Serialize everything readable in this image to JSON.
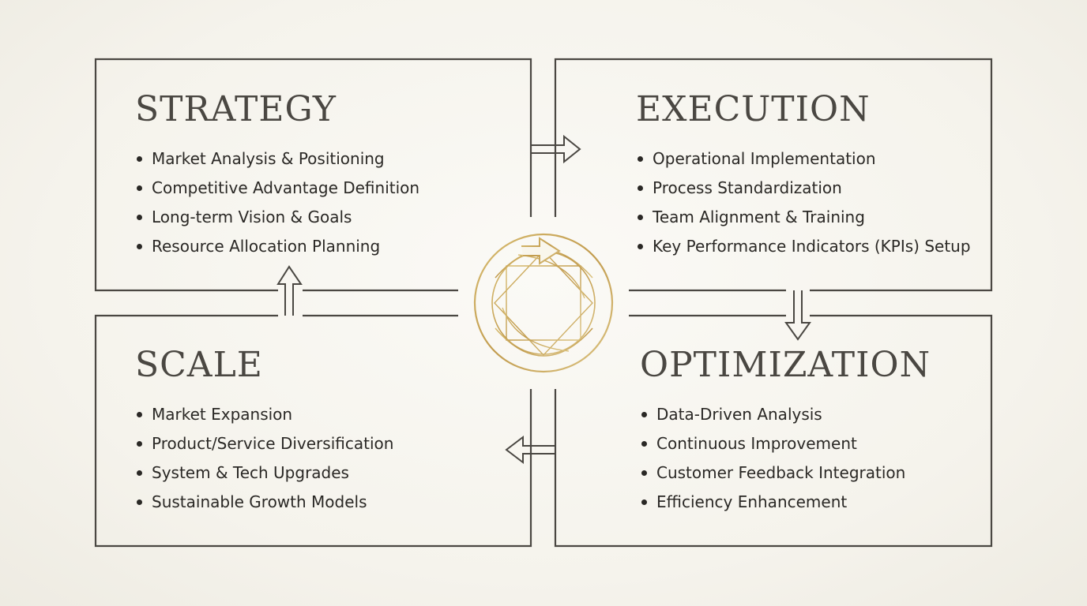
{
  "colors": {
    "frame": "#4a4742",
    "gold": "#c9a85a",
    "gold_light": "#e3cc8f",
    "text": "#2a2825",
    "background": "#f7f5ef"
  },
  "quadrants": {
    "strategy": {
      "title": "STRATEGY",
      "items": [
        "Market Analysis & Positioning",
        "Competitive Advantage Definition",
        "Long-term Vision & Goals",
        "Resource Allocation Planning"
      ]
    },
    "execution": {
      "title": "EXECUTION",
      "items": [
        "Operational Implementation",
        "Process Standardization",
        "Team Alignment & Training",
        "Key Performance Indicators (KPIs) Setup"
      ]
    },
    "scale": {
      "title": "SCALE",
      "items": [
        "Market Expansion",
        "Product/Service Diversification",
        "System & Tech Upgrades",
        "Sustainable Growth Models"
      ]
    },
    "optimization": {
      "title": "OPTIMIZATION",
      "items": [
        "Data-Driven Analysis",
        "Continuous Improvement",
        "Customer Feedback Integration",
        "Efficiency Enhancement"
      ]
    }
  },
  "icons": {
    "center": "cycle-emblem-icon",
    "arrow_strategy_to_execution": "arrow-right-icon",
    "arrow_execution_to_optimization": "arrow-down-icon",
    "arrow_optimization_to_scale": "arrow-left-icon",
    "arrow_scale_to_strategy": "arrow-up-icon"
  }
}
